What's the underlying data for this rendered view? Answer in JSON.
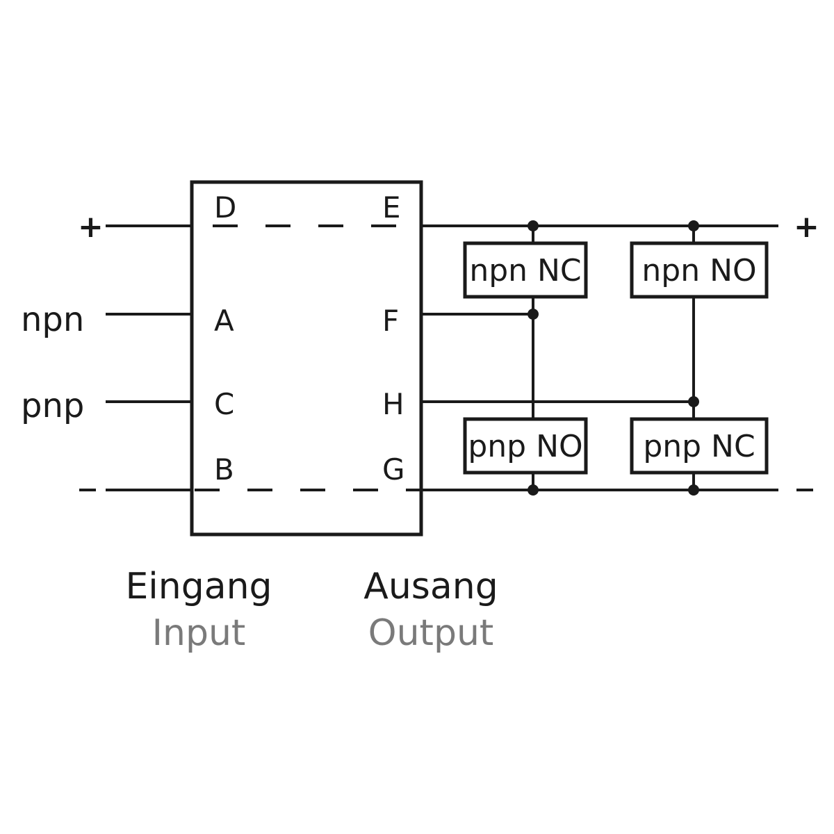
{
  "rails": {
    "plus_left": "+",
    "plus_right": "+",
    "minus_left": "-",
    "minus_right": "-"
  },
  "inputs": {
    "npn": "npn",
    "pnp": "pnp"
  },
  "pins": {
    "D": "D",
    "E": "E",
    "A": "A",
    "F": "F",
    "C": "C",
    "H": "H",
    "B": "B",
    "G": "G"
  },
  "components": {
    "npn_nc": "npn NC",
    "npn_no": "npn NO",
    "pnp_no": "pnp NO",
    "pnp_nc": "pnp NC"
  },
  "captions": {
    "input_de": "Eingang",
    "input_en": "Input",
    "output_de": "Ausang",
    "output_en": "Output"
  }
}
